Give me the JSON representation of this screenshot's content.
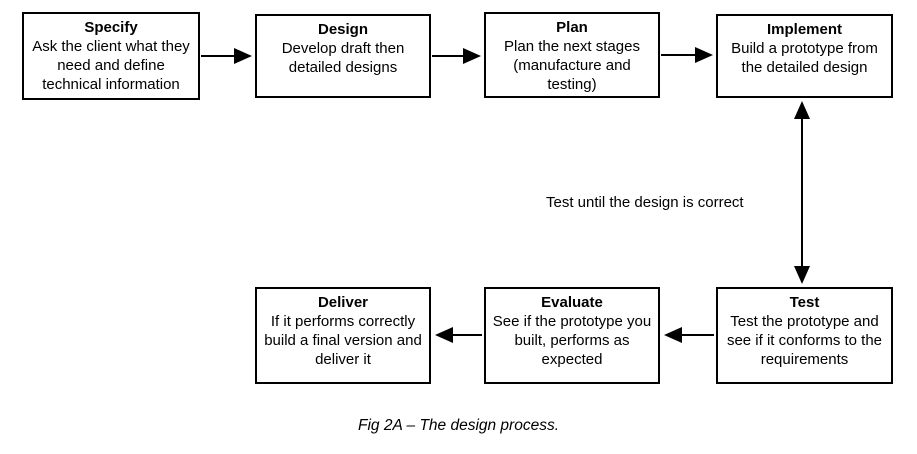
{
  "diagram": {
    "boxes": [
      {
        "id": "specify",
        "title": "Specify",
        "description": "Ask the client what they need and define technical information"
      },
      {
        "id": "design",
        "title": "Design",
        "description": "Develop draft then detailed designs"
      },
      {
        "id": "plan",
        "title": "Plan",
        "description": "Plan the next stages (manufacture and testing)"
      },
      {
        "id": "implement",
        "title": "Implement",
        "description": "Build a prototype from the detailed design"
      },
      {
        "id": "test",
        "title": "Test",
        "description": "Test the prototype and see if it conforms to the requirements"
      },
      {
        "id": "evaluate",
        "title": "Evaluate",
        "description": "See if the prototype you built, performs as expected"
      },
      {
        "id": "deliver",
        "title": "Deliver",
        "description": "If it performs correctly build a final version and deliver it"
      }
    ],
    "connections": [
      {
        "from": "Specify",
        "to": "Design"
      },
      {
        "from": "Design",
        "to": "Plan"
      },
      {
        "from": "Plan",
        "to": "Implement"
      },
      {
        "from": "Implement",
        "to": "Test",
        "bidirectional": true,
        "label": "Test until the design is correct"
      },
      {
        "from": "Test",
        "to": "Evaluate"
      },
      {
        "from": "Evaluate",
        "to": "Deliver"
      }
    ],
    "arrow_label": "Test until the design is correct",
    "caption": "Fig 2A – The design process."
  }
}
